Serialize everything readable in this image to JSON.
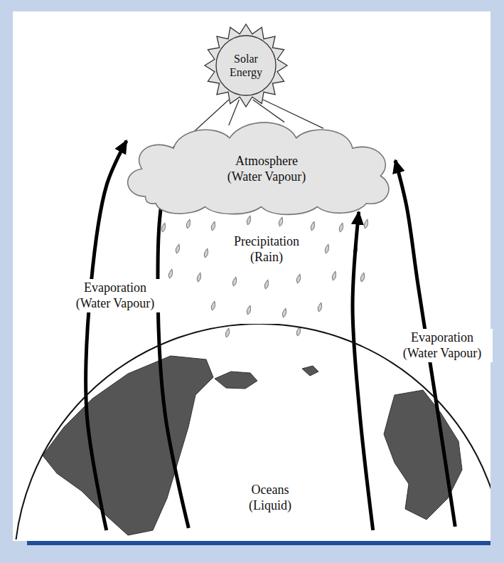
{
  "diagram": {
    "nodes": [
      {
        "text": [
          "Solar Energy"
        ]
      },
      {
        "text": [
          "Atmosphere (Water Vapour)"
        ]
      },
      {
        "text": [
          "Oceans (Liquid)"
        ]
      }
    ],
    "edges": [
      {
        "from": 0,
        "to": 1,
        "arrow": "none"
      },
      {
        "from": 0,
        "to": 1,
        "arrow": "none"
      },
      {
        "from": 0,
        "to": 1,
        "arrow": "none"
      },
      {
        "from": 0,
        "to": 1,
        "arrow": "none"
      },
      {
        "from": 2,
        "to": 1,
        "arrow": "to"
      },
      {
        "from": 2,
        "to": 1,
        "arrow": "to"
      },
      {
        "from": 2,
        "to": 1,
        "arrow": "to"
      },
      {
        "from": 2,
        "to": 1,
        "arrow": "to"
      }
    ],
    "labels": [
      "Precipitation (Rain)",
      "Evaporation (Water Vapour)",
      "Evaporation (Water Vapour)"
    ]
  }
}
